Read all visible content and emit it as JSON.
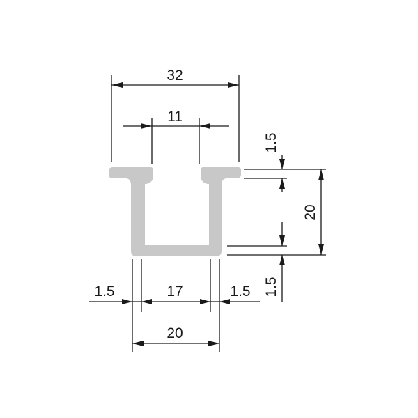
{
  "dimensions": {
    "top_width": "32",
    "slot_opening": "11",
    "flange_thickness_top": "1.5",
    "height": "20",
    "base_thickness": "1.5",
    "left_wall": "1.5",
    "inner_width": "17",
    "right_wall": "1.5",
    "outer_width": "20"
  },
  "colors": {
    "profile_fill": "#c8c8c8",
    "line": "#1a1a1a",
    "background": "#ffffff"
  }
}
